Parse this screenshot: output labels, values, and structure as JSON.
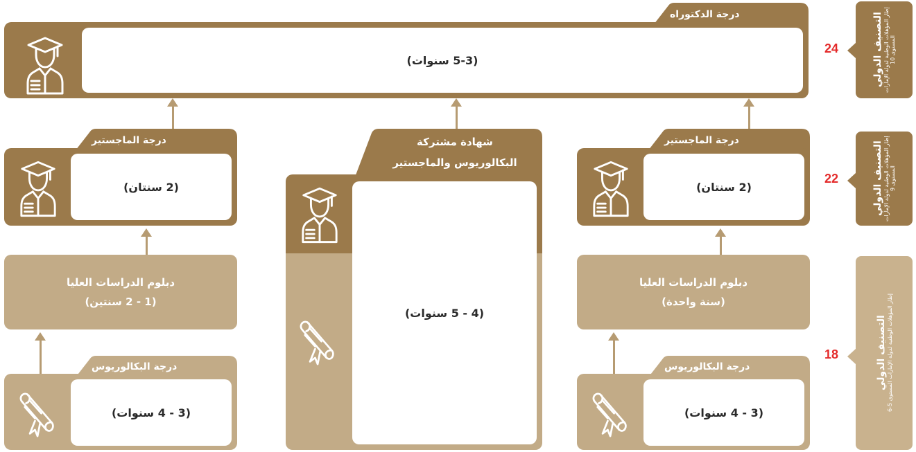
{
  "doctorate": {
    "title": "درجة الدكتوراه",
    "duration": "(5-3 سنوات)"
  },
  "right_column": {
    "masters": {
      "title": "درجة الماجستير",
      "duration": "(2 سنتان)"
    },
    "diploma": {
      "line1": "دبلوم الدراسات العليا",
      "line2": "(سنة واحدة)"
    },
    "bachelor": {
      "title": "درجة البكالوريوس",
      "duration": "(3 - 4 سنوات)"
    }
  },
  "center_column": {
    "joint": {
      "title_line1": "شهادة مشتركة",
      "title_line2": "البكالوريوس والماجستير",
      "duration": "(4 - 5 سنوات)"
    }
  },
  "left_column": {
    "masters": {
      "title": "درجة الماجستير",
      "duration": "(2 سنتان)"
    },
    "diploma": {
      "line1": "دبلوم الدراسات العليا",
      "line2": "(1 - 2 سنتين)"
    },
    "bachelor": {
      "title": "درجة البكالوريوس",
      "duration": "(3 - 4 سنوات)"
    }
  },
  "classifications": [
    {
      "title": "التصنيف الدولي",
      "subtitle": "إطار المؤهلات الوطنية لدولة الإمارات المستوى 10",
      "level": "24"
    },
    {
      "title": "التصنيف الدولي",
      "subtitle": "إطار المؤهلات الوطنية لدولة الإمارات المستوى 9",
      "level": "22"
    },
    {
      "title": "التصنيف الدولي",
      "subtitle": "إطار المؤهلات الوطنية لدولة الإمارات المستوى 5-6",
      "level": "18"
    }
  ],
  "icons": {
    "graduate": "graduate-icon",
    "scroll": "diploma-scroll-icon"
  },
  "colors": {
    "dark": "#9b7a4b",
    "mid": "#c2ab87",
    "light": "#d6c4a7",
    "level": "#e42b2b"
  }
}
